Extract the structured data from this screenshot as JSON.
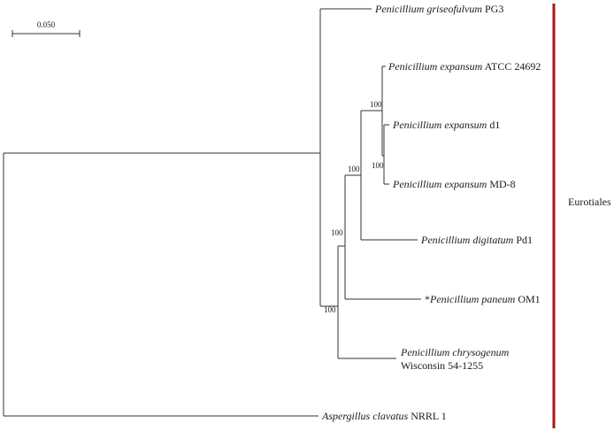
{
  "scale_bar": {
    "label": "0.050"
  },
  "taxa": {
    "griseofulvum": {
      "italic": "Penicillium griseofulvum",
      "plain": " PG3"
    },
    "expansum_atcc": {
      "italic": "Penicillium expansum",
      "plain": " ATCC 24692"
    },
    "expansum_d1": {
      "italic": "Penicillium expansum",
      "plain": " d1"
    },
    "expansum_md8": {
      "italic": "Penicillium expansum",
      "plain": " MD-8"
    },
    "digitatum": {
      "italic": "Penicillium digitatum",
      "plain": " Pd1"
    },
    "paneum": {
      "prefix": "*",
      "italic": "Penicillium paneum",
      "plain": " OM1"
    },
    "chrysogenum": {
      "italic": "Penicillium chrysogenum",
      "plain_line2": "Wisconsin 54-1255"
    },
    "clavatus": {
      "italic": "Aspergillus clavatus",
      "plain": " NRRL 1"
    }
  },
  "bootstrap": {
    "expansum_clade": "100",
    "d1_md8": "100",
    "expansum_digitatum": "100",
    "with_paneum": "100",
    "with_chrysogenum": "100"
  },
  "clade": {
    "label": "Eurotiales",
    "color": "#b01414"
  }
}
